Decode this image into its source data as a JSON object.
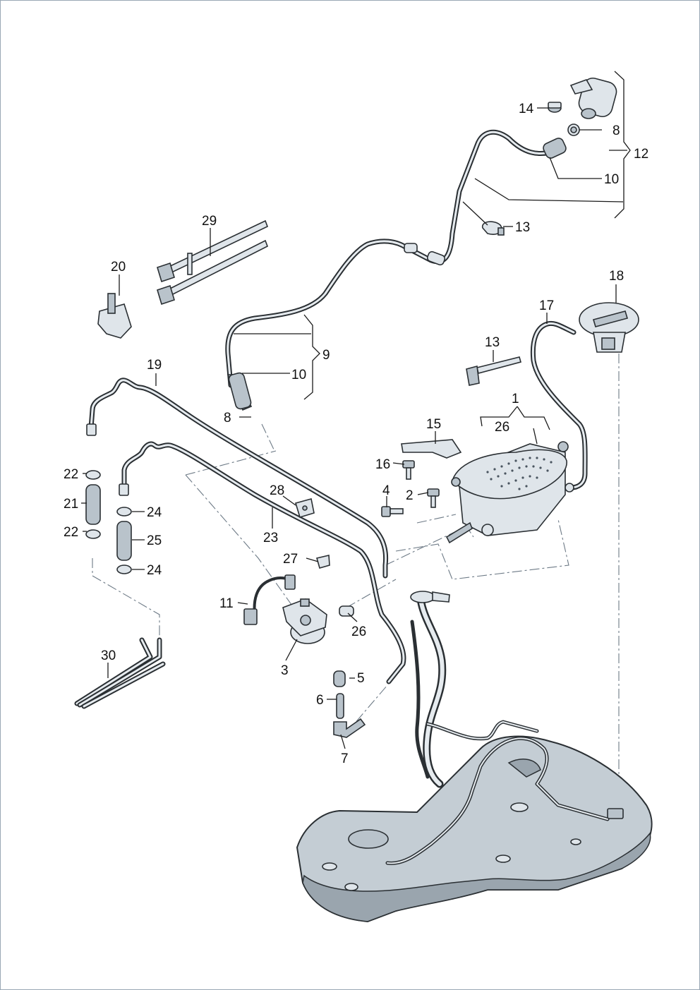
{
  "labels": {
    "l1": "1",
    "l2": "2",
    "l3": "3",
    "l4": "4",
    "l5": "5",
    "l6": "6",
    "l7": "7",
    "l8a": "8",
    "l8b": "8",
    "l9": "9",
    "l10a": "10",
    "l10b": "10",
    "l11": "11",
    "l12": "12",
    "l13a": "13",
    "l13b": "13",
    "l14": "14",
    "l15": "15",
    "l16": "16",
    "l17": "17",
    "l18": "18",
    "l19": "19",
    "l20": "20",
    "l21": "21",
    "l22a": "22",
    "l22b": "22",
    "l23": "23",
    "l24a": "24",
    "l24b": "24",
    "l25": "25",
    "l26a": "26",
    "l26b": "26",
    "l27": "27",
    "l28": "28",
    "l29": "29",
    "l30": "30"
  },
  "colors": {
    "line": "#2a2f33",
    "part_fill": "#dfe5ea",
    "tank_fill": "#c4cdd4",
    "border": "#9aa8b4"
  }
}
